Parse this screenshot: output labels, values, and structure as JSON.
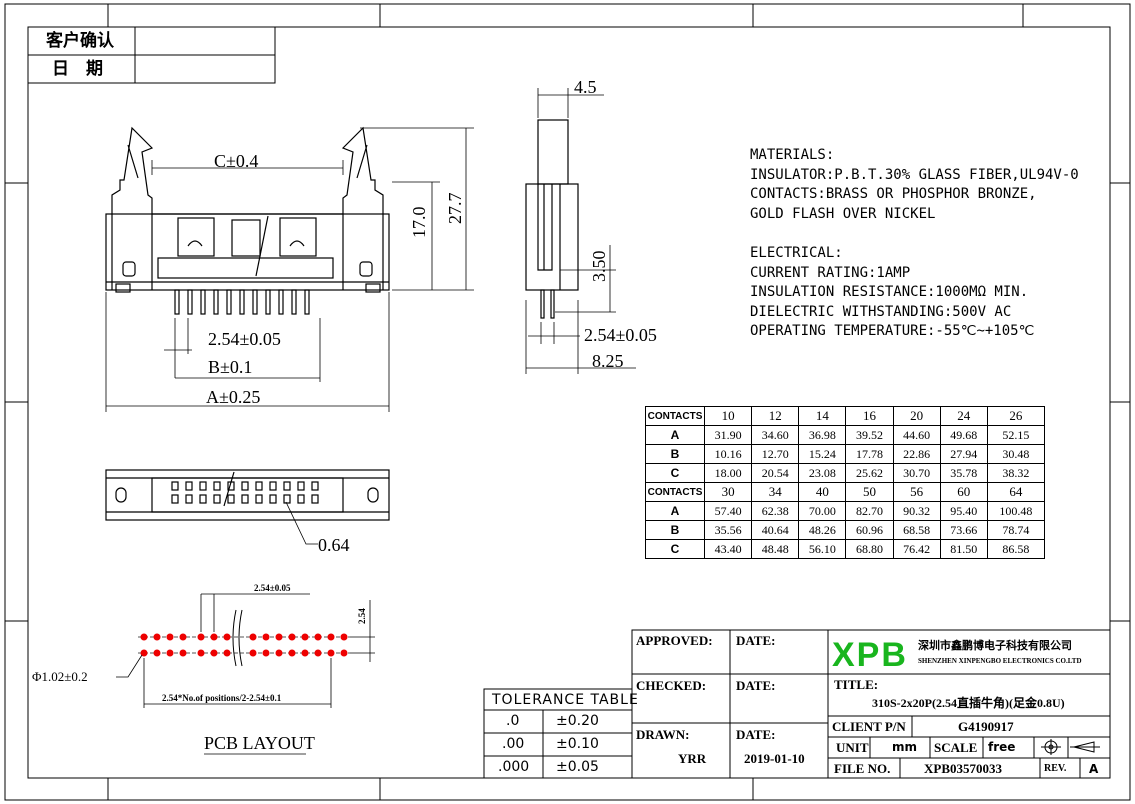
{
  "header_box": {
    "confirm": "客户确认",
    "date": "日    期"
  },
  "front_view": {
    "dim_c": "C±0.4",
    "dim_pitch": "2.54±0.05",
    "dim_b": "B±0.1",
    "dim_a": "A±0.25",
    "dim_h1": "17.0",
    "dim_h2": "27.7"
  },
  "side_view": {
    "dim_w": "4.5",
    "dim_pin": "3.50",
    "dim_pitch": "2.54±0.05",
    "dim_total": "8.25"
  },
  "bottom_view": {
    "dim_pin": "0.64"
  },
  "pcb": {
    "pitch_label": "2.54±0.05",
    "row_label": "2.54",
    "hole_label": "Φ1.02±0.2",
    "span_label": "2.54*No.of positions/2-2.54±0.1",
    "title": "PCB LAYOUT"
  },
  "specs": {
    "lines": [
      "MATERIALS:",
      "INSULATOR:P.B.T.30% GLASS FIBER,UL94V-0",
      "CONTACTS:BRASS OR PHOSPHOR BRONZE,",
      "GOLD FLASH OVER NICKEL",
      "",
      "ELECTRICAL:",
      "CURRENT RATING:1AMP",
      "INSULATION RESISTANCE:1000MΩ MIN.",
      "DIELECTRIC WITHSTANDING:500V AC",
      "OPERATING TEMPERATURE:-55℃~+105℃"
    ]
  },
  "dimension_table": {
    "header_label": "CONTACTS",
    "row_labels": [
      "A",
      "B",
      "C"
    ],
    "group1": {
      "contacts": [
        "10",
        "12",
        "14",
        "16",
        "20",
        "24",
        "26"
      ],
      "A": [
        "31.90",
        "34.60",
        "36.98",
        "39.52",
        "44.60",
        "49.68",
        "52.15"
      ],
      "B": [
        "10.16",
        "12.70",
        "15.24",
        "17.78",
        "22.86",
        "27.94",
        "30.48"
      ],
      "C": [
        "18.00",
        "20.54",
        "23.08",
        "25.62",
        "30.70",
        "35.78",
        "38.32"
      ]
    },
    "group2": {
      "contacts": [
        "30",
        "34",
        "40",
        "50",
        "56",
        "60",
        "64"
      ],
      "A": [
        "57.40",
        "62.38",
        "70.00",
        "82.70",
        "90.32",
        "95.40",
        "100.48"
      ],
      "B": [
        "35.56",
        "40.64",
        "48.26",
        "60.96",
        "68.58",
        "73.66",
        "78.74"
      ],
      "C": [
        "43.40",
        "48.48",
        "56.10",
        "68.80",
        "76.42",
        "81.50",
        "86.58"
      ]
    }
  },
  "tolerance": {
    "title": "TOLERANCE TABLE",
    "rows": [
      {
        "k": ".0",
        "v": "±0.20"
      },
      {
        "k": ".00",
        "v": "±0.10"
      },
      {
        "k": ".000",
        "v": "±0.05"
      }
    ]
  },
  "title_block": {
    "approved": "APPROVED:",
    "date_label": "DATE:",
    "checked": "CHECKED:",
    "drawn": "DRAWN:",
    "drawn_by": "YRR",
    "date_value": "2019-01-10",
    "logo": "XPB",
    "company_cn": "深圳市鑫鹏博电子科技有限公司",
    "company_en": "SHENZHEN XINPENGBO ELECTRONICS CO.LTD",
    "title_label": "TITLE:",
    "title_value": "310S-2x20P(2.54直插牛角)(足金0.8U)",
    "client_pn_label": "CLIENT P/N",
    "client_pn": "G4190917",
    "unit_label": "UNIT",
    "unit": "mm",
    "scale_label": "SCALE",
    "scale": "free",
    "file_label": "FILE NO.",
    "file_no": "XPB03570033",
    "rev_label": "REV.",
    "rev": "A"
  }
}
